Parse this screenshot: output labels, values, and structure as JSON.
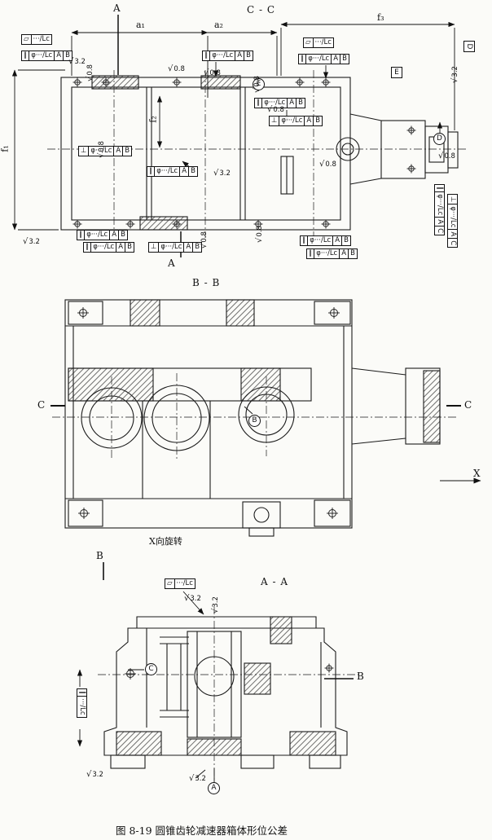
{
  "caption": "图 8-19  圆锥齿轮减速器箱体形位公差",
  "labels": {
    "section_cc": "C - C",
    "section_bb": "B - B",
    "section_aa": "A - A",
    "cut_a_top": "A",
    "cut_a_bottom": "A",
    "cut_c_left": "C",
    "cut_c_right": "C",
    "cut_b_top": "B",
    "cut_b_right": "B",
    "x_arrow": "X",
    "x_rotated_note": "X向旋转"
  },
  "dimensions": {
    "a1": "a₁",
    "a2": "a₂",
    "f1": "f₁",
    "f2": "f₂",
    "f3": "f₃"
  },
  "datum_balloons": {
    "A": "A",
    "B": "B",
    "C": "C",
    "D": "D",
    "E": "E"
  },
  "datum_boxes": {
    "D": "D",
    "E": "E"
  },
  "icons": {
    "surface_check": "√"
  },
  "roughness_marks": [
    "3.2",
    "0.8",
    "0.8",
    "0.8",
    "0.8",
    "0.8",
    "0.8",
    "3.2",
    "0.8",
    "0.8",
    "3.2",
    "3.2",
    "0.8",
    "0.8",
    "3.2",
    "3.2",
    "3.2",
    "3.2"
  ],
  "frames": [
    {
      "sym": "▱",
      "val": "···/Lc"
    },
    {
      "sym": "∥",
      "val": "φ···/Lc",
      "d1": "A",
      "d2": "B"
    },
    {
      "sym": "∥",
      "val": "φ···/Lc",
      "d1": "A",
      "d2": "B"
    },
    {
      "sym": "∥",
      "val": "φ···/Lc",
      "d1": "A",
      "d2": "B"
    },
    {
      "sym": "▱",
      "val": "···/Lc"
    },
    {
      "sym": "∥",
      "val": "φ···/Lc",
      "d1": "A",
      "d2": "B"
    },
    {
      "sym": "⊥",
      "val": "φ···/Lc",
      "d1": "A",
      "d2": "B"
    },
    {
      "sym": "⊥",
      "val": "φ···/Lc",
      "d1": "A",
      "d2": "B"
    },
    {
      "sym": "∥",
      "val": "φ···/Lc",
      "d1": "A",
      "d2": "B"
    },
    {
      "sym": "∥",
      "val": "φ···/Lc",
      "d1": "A",
      "d2": "C"
    },
    {
      "sym": "⊥",
      "val": "φ···/Lc",
      "d1": "A",
      "d2": "C"
    },
    {
      "sym": "∥",
      "val": "φ···/Lc",
      "d1": "A",
      "d2": "B"
    },
    {
      "sym": "∥",
      "val": "φ···/Lc",
      "d1": "A",
      "d2": "B"
    },
    {
      "sym": "⊥",
      "val": "φ···/Lc",
      "d1": "A",
      "d2": "B"
    },
    {
      "sym": "∥",
      "val": "φ···/Lc",
      "d1": "A",
      "d2": "B"
    },
    {
      "sym": "∥",
      "val": "φ···/Lc",
      "d1": "A",
      "d2": "B"
    },
    {
      "sym": "▱",
      "val": "···/Lc"
    },
    {
      "sym": "∥",
      "val": "···/Lc"
    }
  ]
}
